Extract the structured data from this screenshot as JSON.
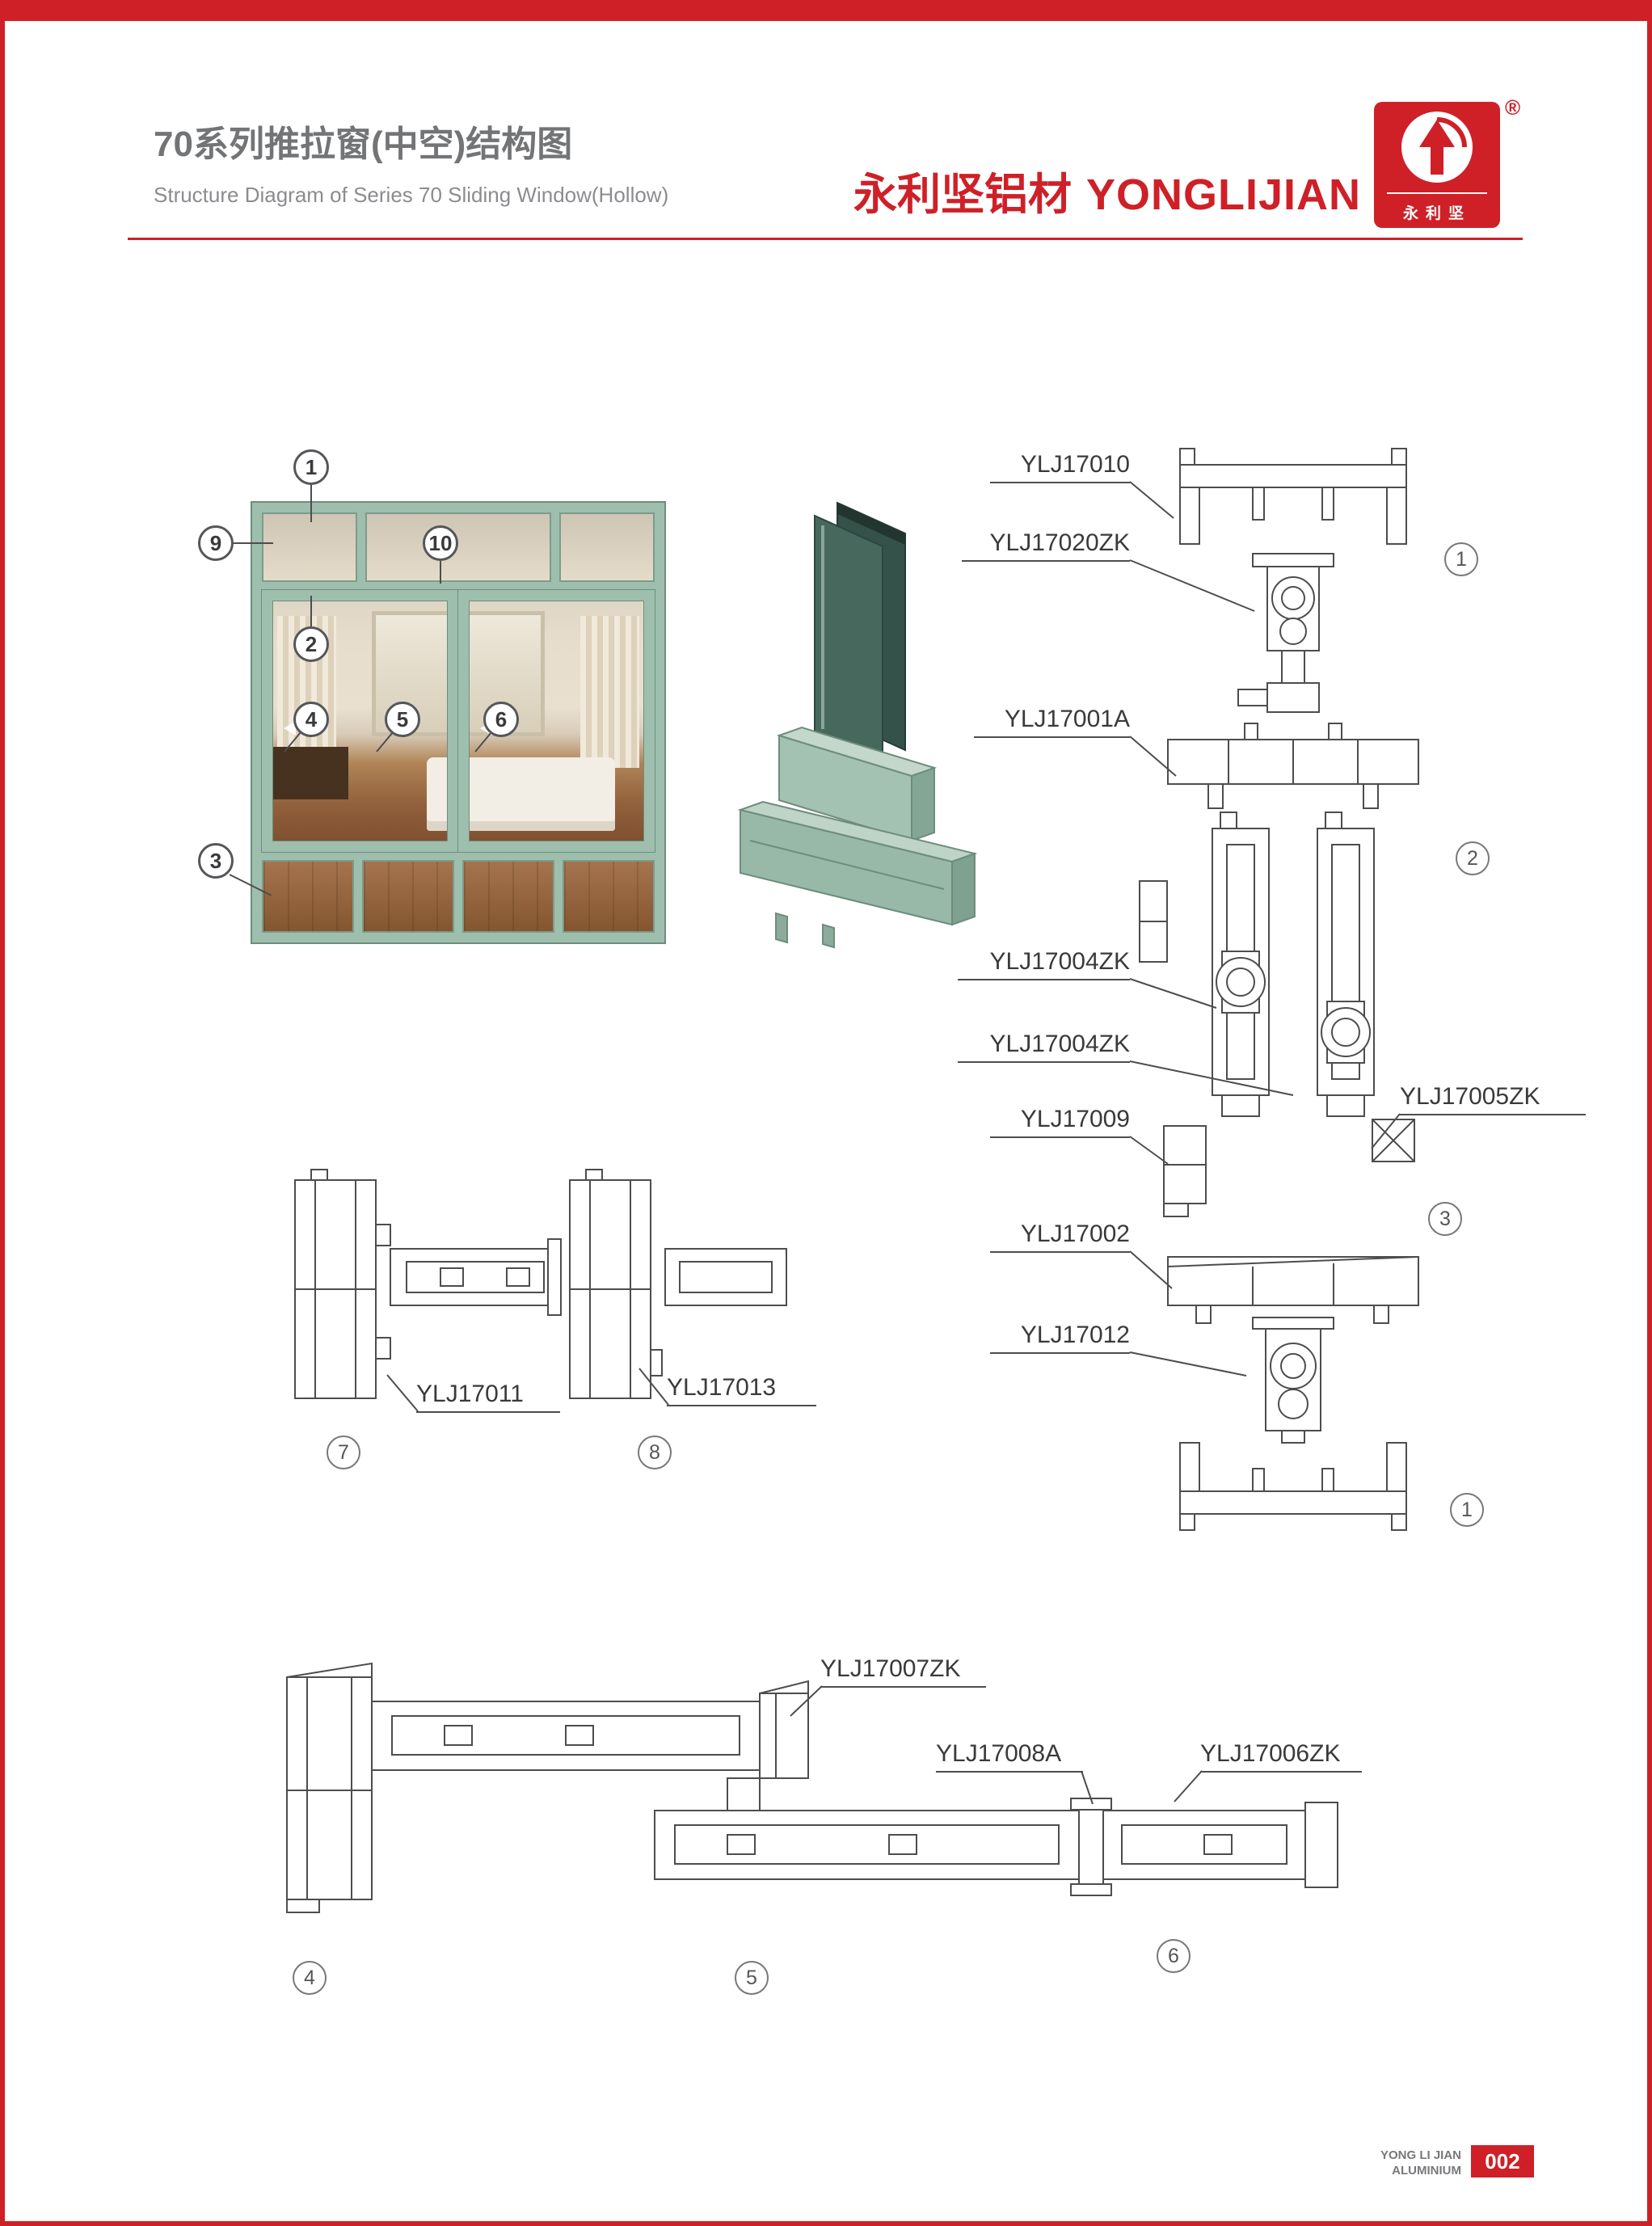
{
  "header": {
    "title_cn": "70系列推拉窗(中空)结构图",
    "title_en": "Structure Diagram of Series 70 Sliding Window(Hollow)",
    "brand_cn": "永利坚铝材",
    "brand_en": "YONGLIJIAN",
    "logo": {
      "registered": "®",
      "chars": "永利坚"
    }
  },
  "illustration": {
    "callouts": [
      {
        "n": "1"
      },
      {
        "n": "9"
      },
      {
        "n": "10"
      },
      {
        "n": "2"
      },
      {
        "n": "4"
      },
      {
        "n": "5"
      },
      {
        "n": "6"
      },
      {
        "n": "3"
      }
    ]
  },
  "vertical_section": {
    "labels": [
      {
        "text": "YLJ17010"
      },
      {
        "text": "YLJ17020ZK"
      },
      {
        "text": "YLJ17001A"
      },
      {
        "text": "YLJ17004ZK"
      },
      {
        "text": "YLJ17004ZK"
      },
      {
        "text": "YLJ17009"
      },
      {
        "text": "YLJ17005ZK"
      },
      {
        "text": "YLJ17002"
      },
      {
        "text": "YLJ17012"
      }
    ],
    "markers": [
      {
        "n": "1"
      },
      {
        "n": "2"
      },
      {
        "n": "3"
      },
      {
        "n": "1"
      }
    ]
  },
  "jamb_sections": {
    "labels": [
      {
        "text": "YLJ17011"
      },
      {
        "text": "YLJ17013"
      }
    ],
    "markers": [
      {
        "n": "7"
      },
      {
        "n": "8"
      }
    ]
  },
  "horizontal_section": {
    "labels": [
      {
        "text": "YLJ17007ZK"
      },
      {
        "text": "YLJ17008A"
      },
      {
        "text": "YLJ17006ZK"
      }
    ],
    "markers": [
      {
        "n": "4"
      },
      {
        "n": "5"
      },
      {
        "n": "6"
      }
    ]
  },
  "footer": {
    "brand_line1": "YONG LI JIAN",
    "brand_line2": "ALUMINIUM",
    "page_number": "002"
  },
  "colors": {
    "accent_red": "#cf2027",
    "window_green": "#9fbfae",
    "line_gray": "#4d4d4f"
  }
}
